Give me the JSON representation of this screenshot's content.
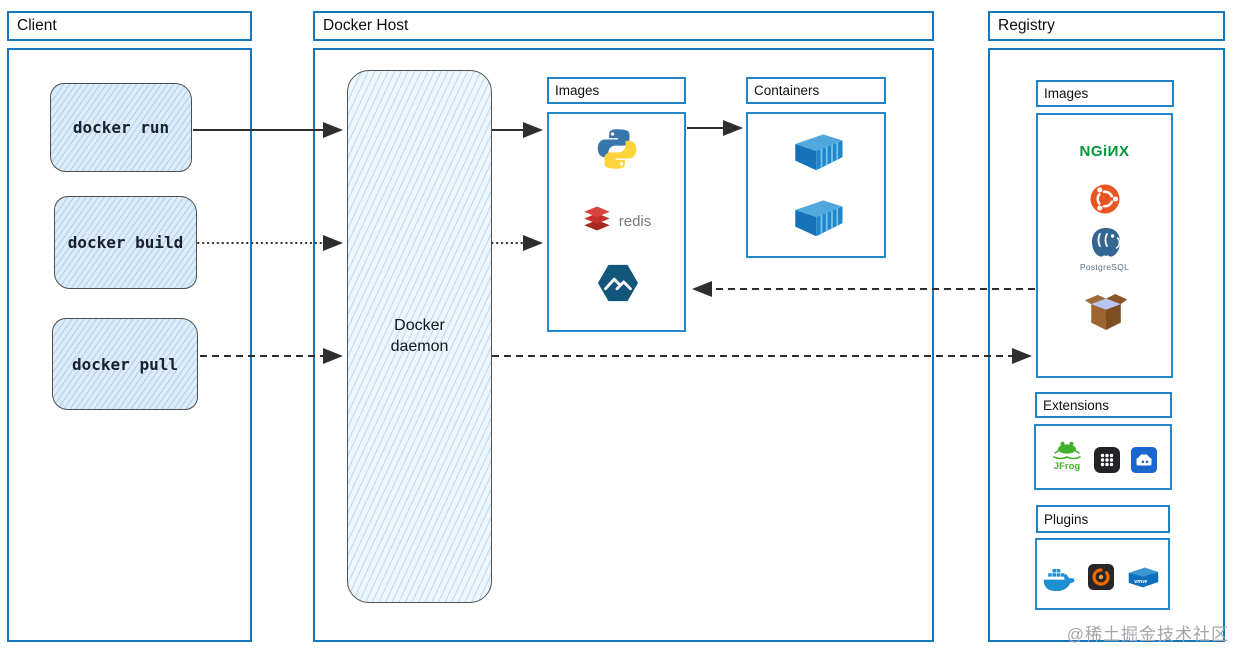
{
  "client": {
    "title": "Client",
    "commands": [
      {
        "label": "docker run"
      },
      {
        "label": "docker build"
      },
      {
        "label": "docker pull"
      }
    ]
  },
  "docker_host": {
    "title": "Docker Host",
    "daemon_label": "Docker daemon",
    "images_panel": {
      "title": "Images",
      "icons": [
        "python-logo",
        "redis-logo",
        "alpine-logo"
      ],
      "redis_label": "redis"
    },
    "containers_panel": {
      "title": "Containers",
      "icons": [
        "container-3d-icon",
        "container-3d-icon"
      ]
    }
  },
  "registry": {
    "title": "Registry",
    "images_panel": {
      "title": "Images",
      "icons": [
        "nginx-logo",
        "ubuntu-logo",
        "postgresql-logo",
        "busybox-logo"
      ],
      "nginx_wordmark": "NGiИX",
      "postgresql_label": "PostgreSQL"
    },
    "extensions_panel": {
      "title": "Extensions",
      "icons": [
        "jfrog-icon",
        "app-grid-icon",
        "nas-drive-icon"
      ],
      "jfrog_label": "JFrog"
    },
    "plugins_panel": {
      "title": "Plugins",
      "icons": [
        "docker-whale-icon",
        "grafana-icon",
        "vmware-icon"
      ],
      "vmware_label": "vmw"
    }
  },
  "arrows": [
    {
      "name": "docker-run-to-daemon",
      "style": "solid"
    },
    {
      "name": "docker-build-to-daemon",
      "style": "dotted"
    },
    {
      "name": "docker-pull-to-daemon",
      "style": "dashed"
    },
    {
      "name": "daemon-to-images-run",
      "style": "solid"
    },
    {
      "name": "daemon-to-images-build",
      "style": "dotted"
    },
    {
      "name": "images-to-containers",
      "style": "solid"
    },
    {
      "name": "registry-images-to-host-images",
      "style": "dashed"
    },
    {
      "name": "daemon-to-registry-images",
      "style": "dashed"
    }
  ],
  "colors": {
    "frame_blue": "#1578be",
    "arrow_dark": "#2e2e2e",
    "sketch_fill": "#ddecf9",
    "nginx_green": "#009639",
    "ubuntu_orange": "#e95420",
    "redis_red": "#c6302b",
    "python_blue": "#3776ab",
    "python_yellow": "#ffd43b",
    "alpine_teal": "#13567c",
    "container_blue": "#1d86d0",
    "jfrog_green": "#43b02a",
    "grafana_orange": "#f46800",
    "vmware_blue": "#0f6fba",
    "watermark_gray": "#a2a6aa"
  },
  "watermark": "@稀土掘金技术社区"
}
